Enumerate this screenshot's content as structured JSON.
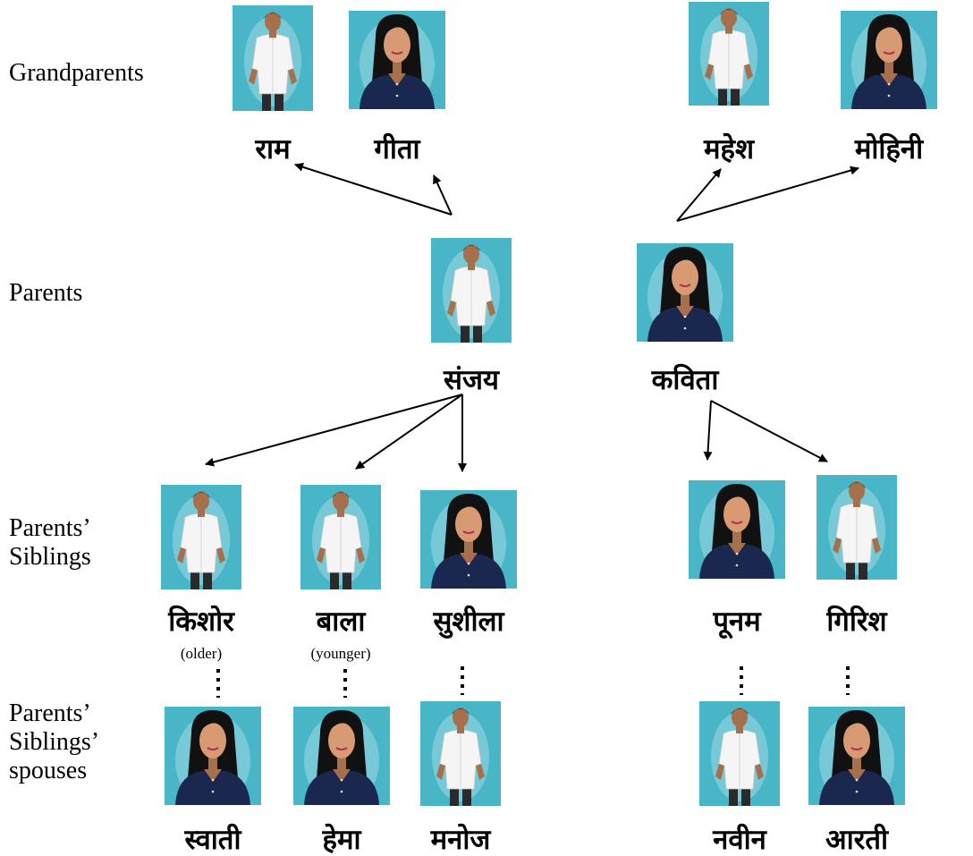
{
  "rows": {
    "grandparents": "Grandparents",
    "parents": "Parents",
    "siblings": "Parents’\nSiblings",
    "spouses": "Parents’\nSiblings’\nspouses"
  },
  "people": {
    "ram": {
      "name": "राम",
      "gender": "male"
    },
    "gita": {
      "name": "गीता",
      "gender": "female"
    },
    "mahesh": {
      "name": "महेश",
      "gender": "male"
    },
    "mohini": {
      "name": "मोहिनी",
      "gender": "female"
    },
    "sanjay": {
      "name": "संजय",
      "gender": "male"
    },
    "kavita": {
      "name": "कविता",
      "gender": "female"
    },
    "kishor": {
      "name": "किशोर",
      "gender": "male",
      "note": "(older)"
    },
    "bala": {
      "name": "बाला",
      "gender": "male",
      "note": "(younger)"
    },
    "sushila": {
      "name": "सुशीला",
      "gender": "female"
    },
    "poonam": {
      "name": "पूनम",
      "gender": "female"
    },
    "girish": {
      "name": "गिरिश",
      "gender": "male"
    },
    "swati": {
      "name": "स्वाती",
      "gender": "female"
    },
    "hema": {
      "name": "हेमा",
      "gender": "female"
    },
    "manoj": {
      "name": "मनोज",
      "gender": "male"
    },
    "naveen": {
      "name": "नवीन",
      "gender": "male"
    },
    "aarti": {
      "name": "आरती",
      "gender": "female"
    }
  },
  "relations": {
    "parent_of": [
      [
        "sanjay",
        "ram"
      ],
      [
        "sanjay",
        "gita"
      ],
      [
        "kavita",
        "mahesh"
      ],
      [
        "kavita",
        "mohini"
      ]
    ],
    "sibling_of": [
      [
        "sanjay",
        "kishor"
      ],
      [
        "sanjay",
        "bala"
      ],
      [
        "sanjay",
        "sushila"
      ],
      [
        "kavita",
        "poonam"
      ],
      [
        "kavita",
        "girish"
      ]
    ],
    "spouse_of": [
      [
        "kishor",
        "swati"
      ],
      [
        "bala",
        "hema"
      ],
      [
        "sushila",
        "manoj"
      ],
      [
        "poonam",
        "naveen"
      ],
      [
        "girish",
        "aarti"
      ]
    ]
  },
  "colors": {
    "card_bg": "#49b6c7",
    "card_glow": "#9ed8e3",
    "skin": "#a7704c",
    "hair": "#111111",
    "shirt_male": "#f5f5f5",
    "shirt_female": "#1a2850",
    "pants": "#2a2a2a"
  }
}
